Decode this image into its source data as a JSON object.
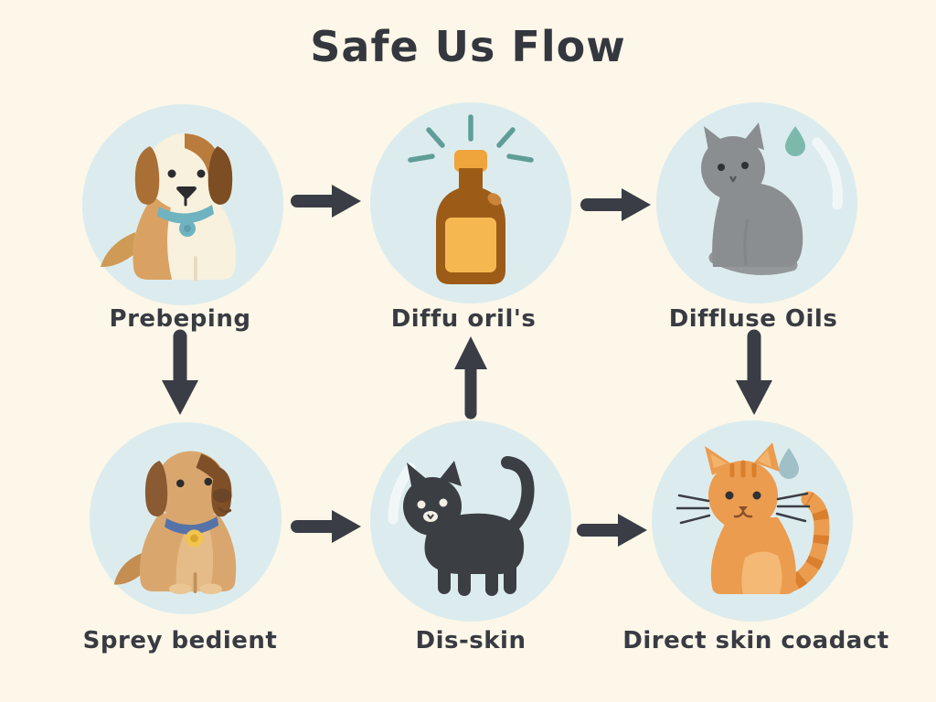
{
  "title": "Safe Us Flow",
  "palette": {
    "background": "#fcf7e8",
    "node_circle": "#dcecee",
    "arrow": "#3a3d45",
    "label_text": "#393b43",
    "title_text": "#35373f",
    "bottle_amber": "#9c5c18",
    "bottle_label": "#f5b851",
    "bottle_cap": "#f0a43c",
    "ray_teal": "#5f9e97",
    "droplet_teal": "#7cb9ab",
    "droplet_blue": "#9fc0c6",
    "beagle_cream": "#f8f1dd",
    "dog_tan": "#d9a76e",
    "cat_gray": "#8b8e91",
    "cat_black": "#3b3e43",
    "cat_orange": "#eb9c4f"
  },
  "nodes": [
    {
      "id": "preparing",
      "label": "Prebeping",
      "illustration": "beagle-dog",
      "row": "top",
      "col": 1
    },
    {
      "id": "diffuse-oil-bottle",
      "label": "Diffu oril's",
      "illustration": "essential-oil-bottle",
      "row": "top",
      "col": 2
    },
    {
      "id": "diffuse-oils-cat",
      "label": "Diffluse Oils",
      "illustration": "gray-cat-with-droplet",
      "row": "top",
      "col": 3
    },
    {
      "id": "spray-bedding",
      "label": "Sprey bedient",
      "illustration": "tan-dog",
      "row": "bottom",
      "col": 1
    },
    {
      "id": "dis-skin",
      "label": "Dis-skin",
      "illustration": "black-cat",
      "row": "bottom",
      "col": 2
    },
    {
      "id": "direct-skin-contact",
      "label": "Direct skin coadact",
      "illustration": "orange-cat-with-droplet",
      "row": "bottom",
      "col": 3
    }
  ],
  "arrows": [
    {
      "from": "Prebeping",
      "to": "Diffu oril's",
      "direction": "right"
    },
    {
      "from": "Diffu oril's",
      "to": "Diffluse Oils",
      "direction": "right"
    },
    {
      "from": "Prebeping",
      "to": "Sprey bedient",
      "direction": "down"
    },
    {
      "from": "Dis-skin",
      "to": "Diffu oril's",
      "direction": "up"
    },
    {
      "from": "Diffluse Oils",
      "to": "Direct skin coadact",
      "direction": "down"
    },
    {
      "from": "Sprey bedient",
      "to": "Dis-skin",
      "direction": "right"
    },
    {
      "from": "Dis-skin",
      "to": "Direct skin coadact",
      "direction": "right"
    }
  ]
}
